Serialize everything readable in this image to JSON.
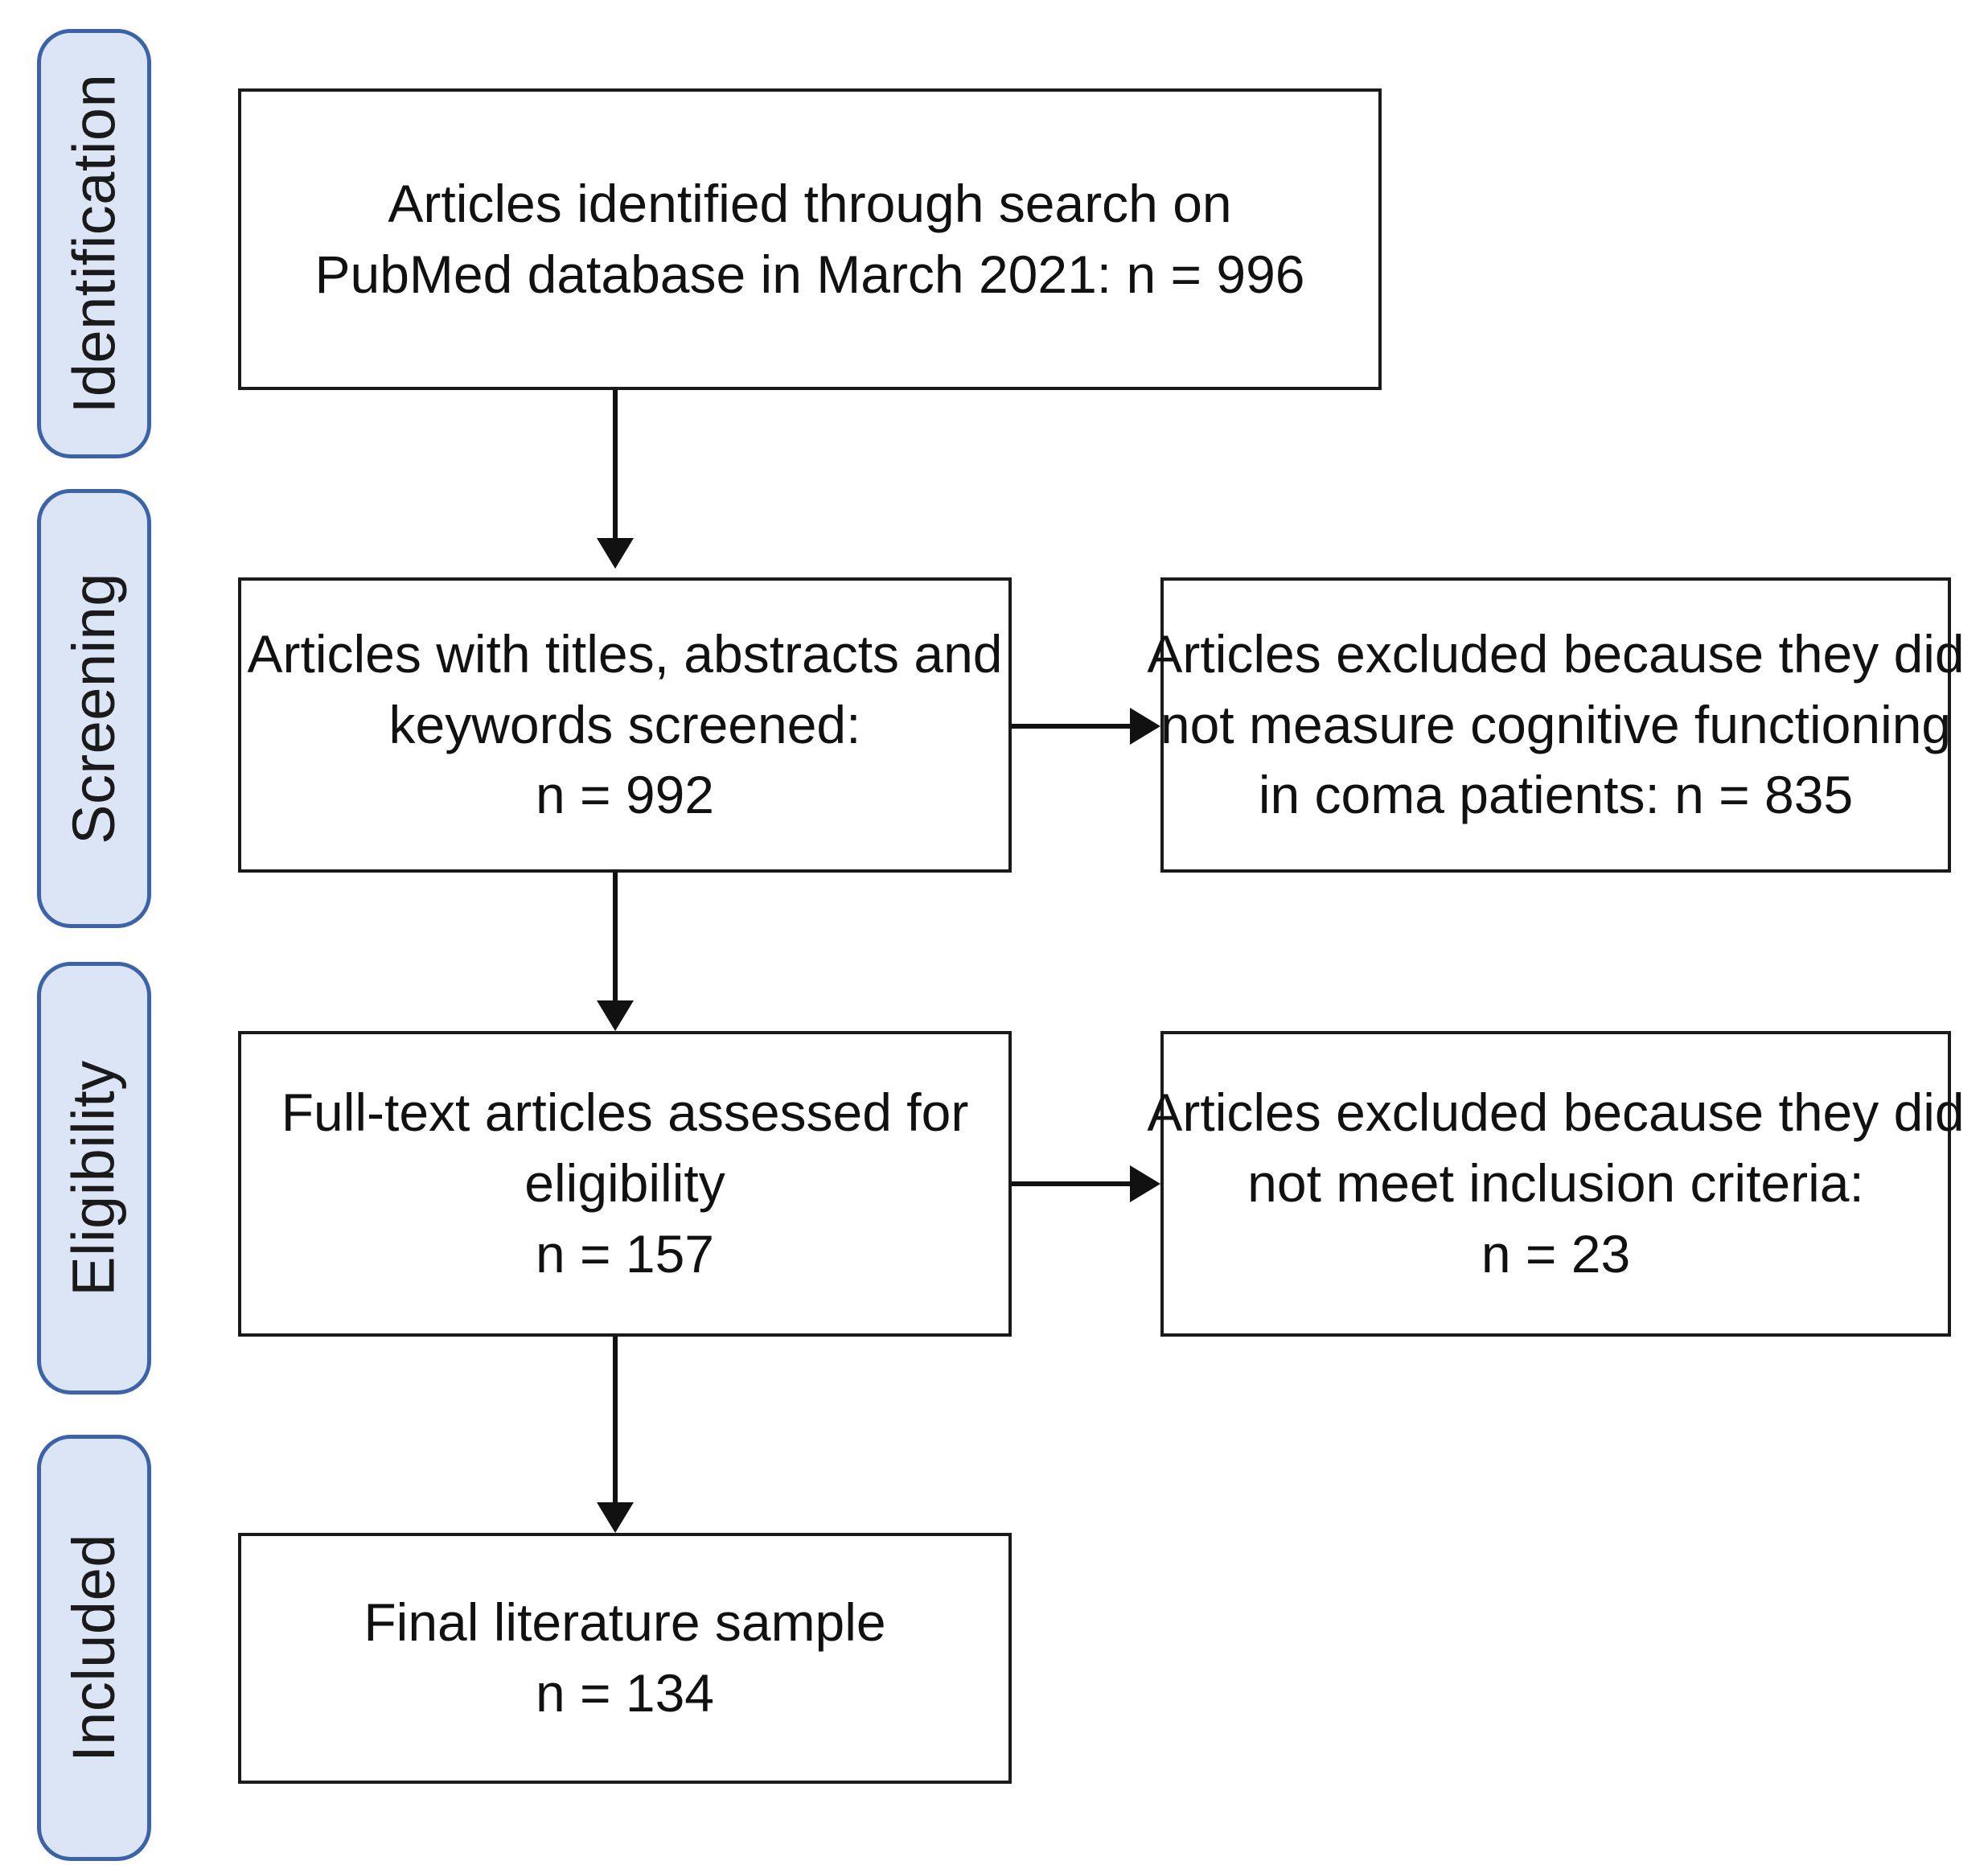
{
  "diagram": {
    "type": "prisma-flow-diagram",
    "colors": {
      "stage_fill": "#dbe5f5",
      "stage_border": "#3c62a8",
      "box_border": "#1a1a1a",
      "text": "#111111",
      "background": "#ffffff"
    },
    "stages": [
      {
        "id": "identification",
        "label": "Identification"
      },
      {
        "id": "screening",
        "label": "Screening"
      },
      {
        "id": "eligibility",
        "label": "Eligibility"
      },
      {
        "id": "included",
        "label": "Included"
      }
    ],
    "boxes": [
      {
        "id": "identified",
        "stage": "identification",
        "lines": [
          "Articles identified through search on",
          "PubMed database in March 2021: n = 996"
        ],
        "count": 996
      },
      {
        "id": "screened",
        "stage": "screening",
        "lines": [
          "Articles with titles, abstracts and",
          "keywords screened:",
          "n = 992"
        ],
        "count": 992
      },
      {
        "id": "excluded-screening",
        "stage": "screening",
        "lines": [
          "Articles excluded because they did",
          "not measure cognitive functioning",
          "in coma patients: n = 835"
        ],
        "count": 835
      },
      {
        "id": "full-text",
        "stage": "eligibility",
        "lines": [
          "Full-text articles assessed for",
          "eligibility",
          "n = 157"
        ],
        "count": 157
      },
      {
        "id": "excluded-eligibility",
        "stage": "eligibility",
        "lines": [
          "Articles excluded because they did",
          "not meet inclusion criteria:",
          "n = 23"
        ],
        "count": 23
      },
      {
        "id": "final-sample",
        "stage": "included",
        "lines": [
          "Final literature sample",
          "n = 134"
        ],
        "count": 134
      }
    ],
    "arrows": [
      {
        "id": "identified-to-screened",
        "direction": "down",
        "icon": "arrow-down-icon"
      },
      {
        "id": "screened-to-excluded-screening",
        "direction": "right",
        "icon": "arrow-right-icon"
      },
      {
        "id": "screened-to-full-text",
        "direction": "down",
        "icon": "arrow-down-icon"
      },
      {
        "id": "full-text-to-excluded-eligibility",
        "direction": "right",
        "icon": "arrow-right-icon"
      },
      {
        "id": "full-text-to-final-sample",
        "direction": "down",
        "icon": "arrow-down-icon"
      }
    ]
  }
}
